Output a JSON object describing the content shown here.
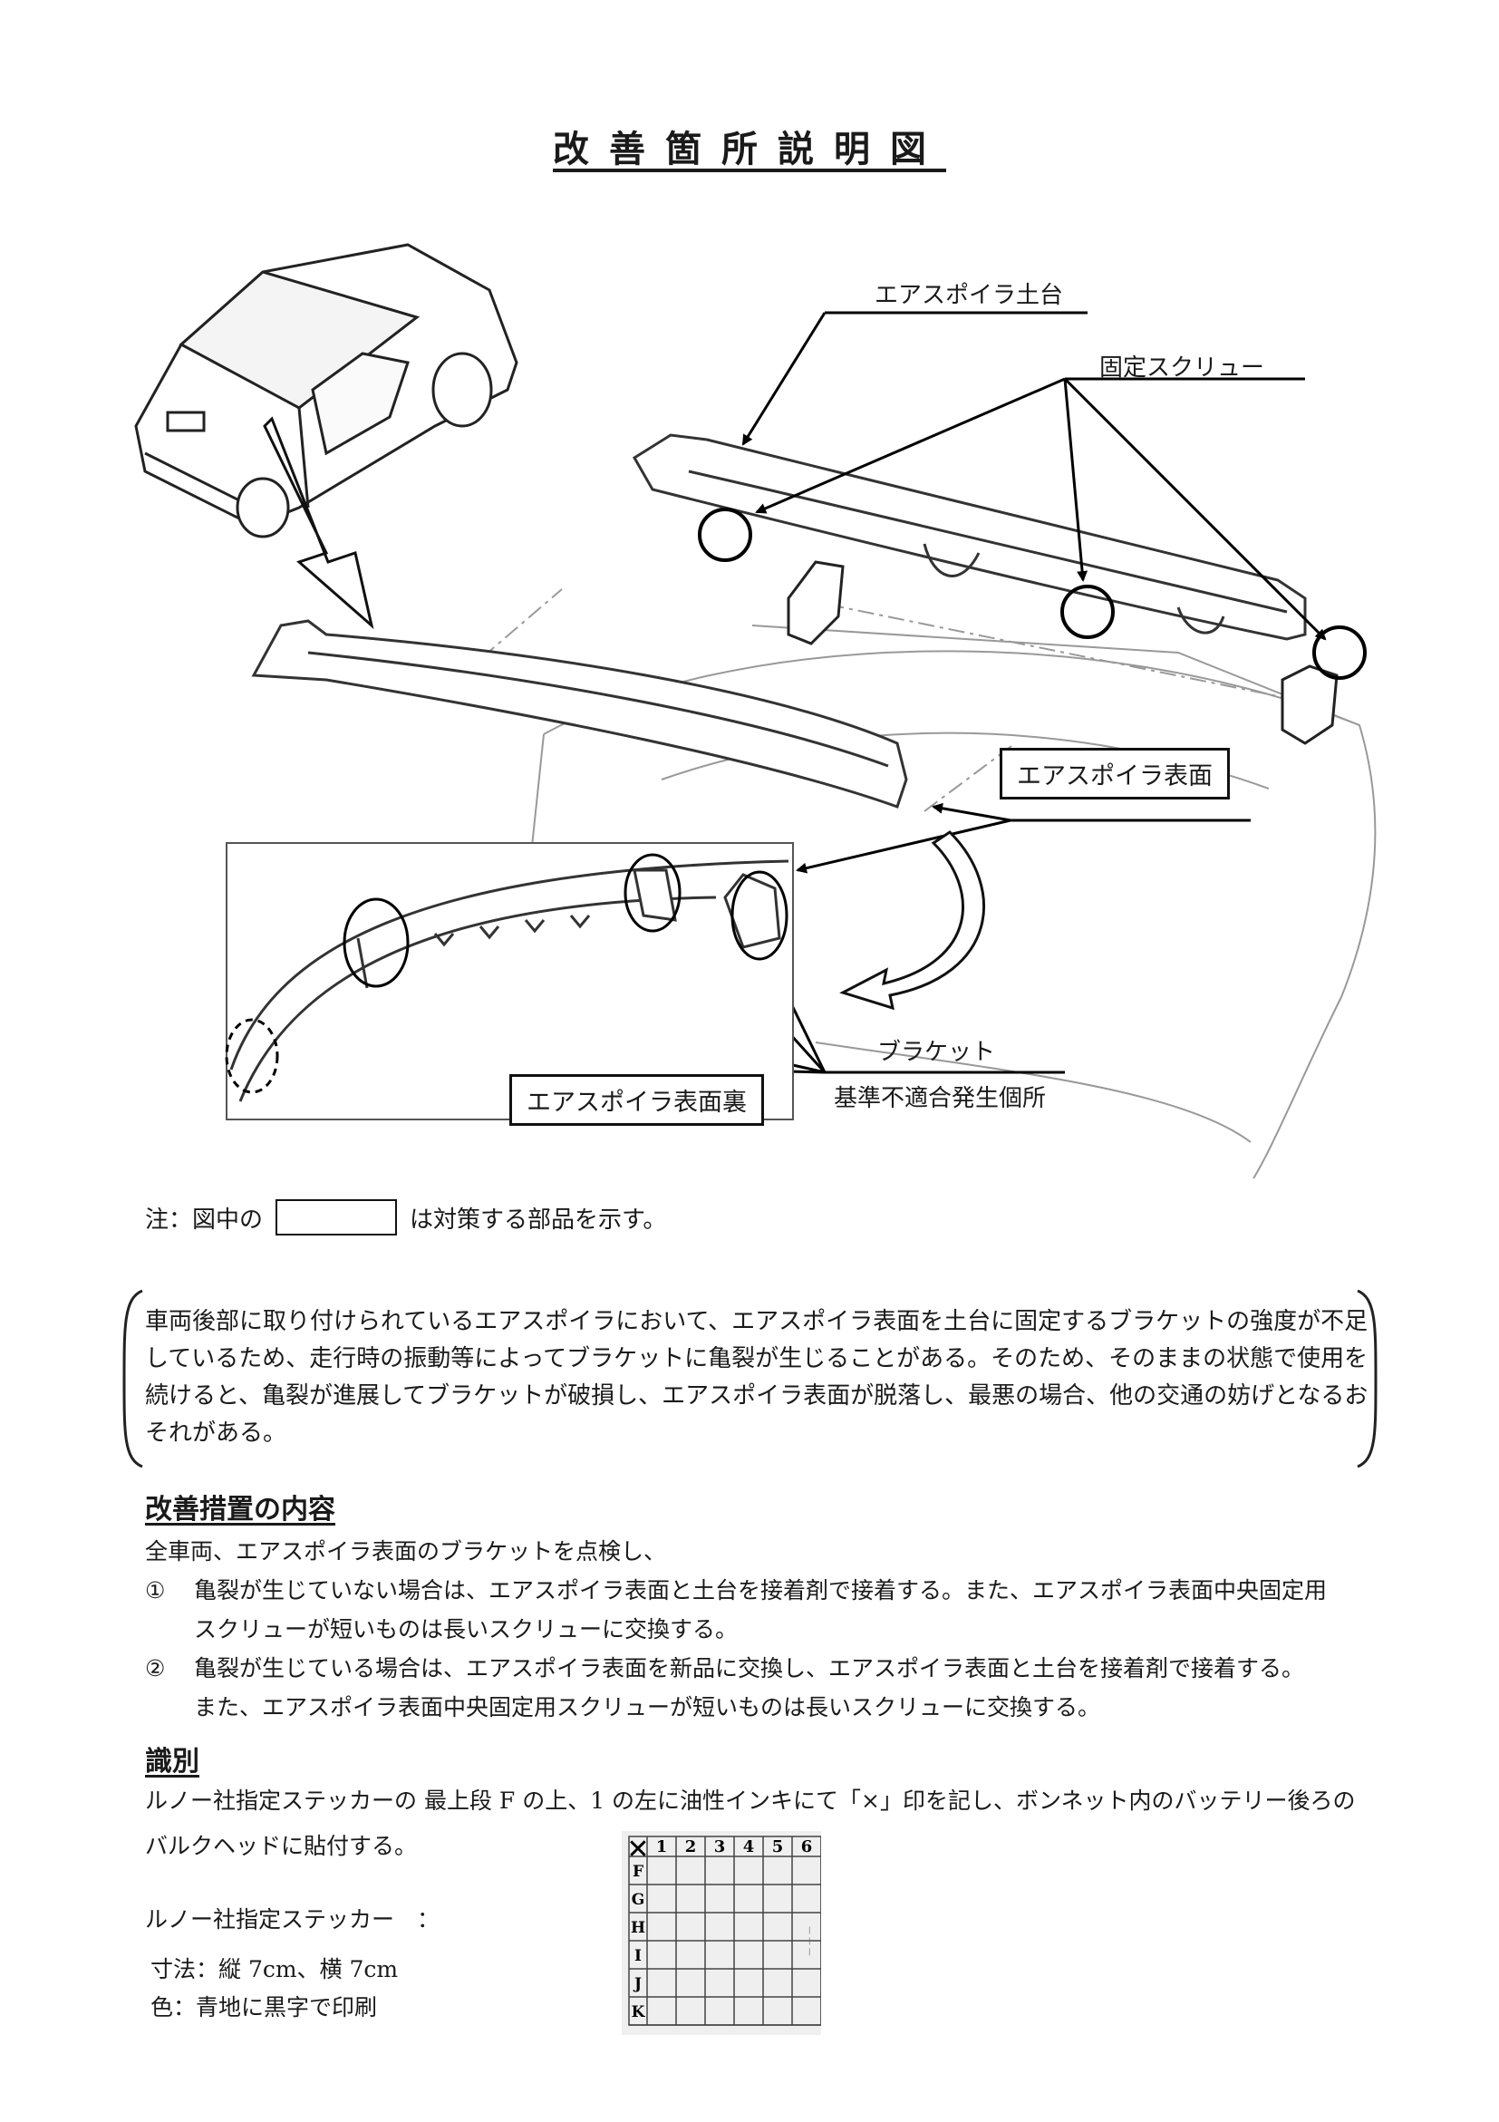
{
  "title": "改善箇所説明図",
  "labels": {
    "spoiler_base": "エアスポイラ土台",
    "fixing_screw": "固定スクリュー",
    "spoiler_surface": "エアスポイラ表面",
    "bracket": "ブラケット",
    "nonconformity": "基準不適合発生個所",
    "spoiler_surface_back": "エアスポイラ表面裏"
  },
  "note": {
    "prefix": "注：図中の",
    "suffix": "は対策する部品を示す。"
  },
  "description": "車両後部に取り付けられているエアスポイラにおいて、エアスポイラ表面を土台に固定するブラケットの強度が不足しているため、走行時の振動等によってブラケットに亀裂が生じることがある。そのため、そのままの状態で使用を続けると、亀裂が進展してブラケットが破損し、エアスポイラ表面が脱落し、最悪の場合、他の交通の妨げとなるおそれがある。",
  "measures": {
    "heading": "改善措置の内容",
    "intro": "全車両、エアスポイラ表面のブラケットを点検し、",
    "items": [
      {
        "num": "①",
        "line1": "亀裂が生じていない場合は、エアスポイラ表面と土台を接着剤で接着する。また、エアスポイラ表面中央固定用",
        "line2": "スクリューが短いものは長いスクリューに交換する。"
      },
      {
        "num": "②",
        "line1": "亀裂が生じている場合は、エアスポイラ表面を新品に交換し、エアスポイラ表面と土台を接着剤で接着する。",
        "line2": "また、エアスポイラ表面中央固定用スクリューが短いものは長いスクリューに交換する。"
      }
    ]
  },
  "identification": {
    "heading": "識別",
    "line1": "ルノー社指定ステッカーの 最上段 F の上、1 の左に油性インキにて「×」印を記し、ボンネット内のバッテリー後ろの",
    "line2": "バルクヘッドに貼付する。",
    "sticker_label": "ルノー社指定ステッカー　：",
    "size": "寸法：縦 7cm、横 7cm",
    "color": "色：青地に黒字で印刷"
  },
  "sticker": {
    "corner": "✕",
    "columns": [
      "1",
      "2",
      "3",
      "4",
      "5",
      "6"
    ],
    "rows": [
      "F",
      "G",
      "H",
      "I",
      "J",
      "K"
    ]
  }
}
